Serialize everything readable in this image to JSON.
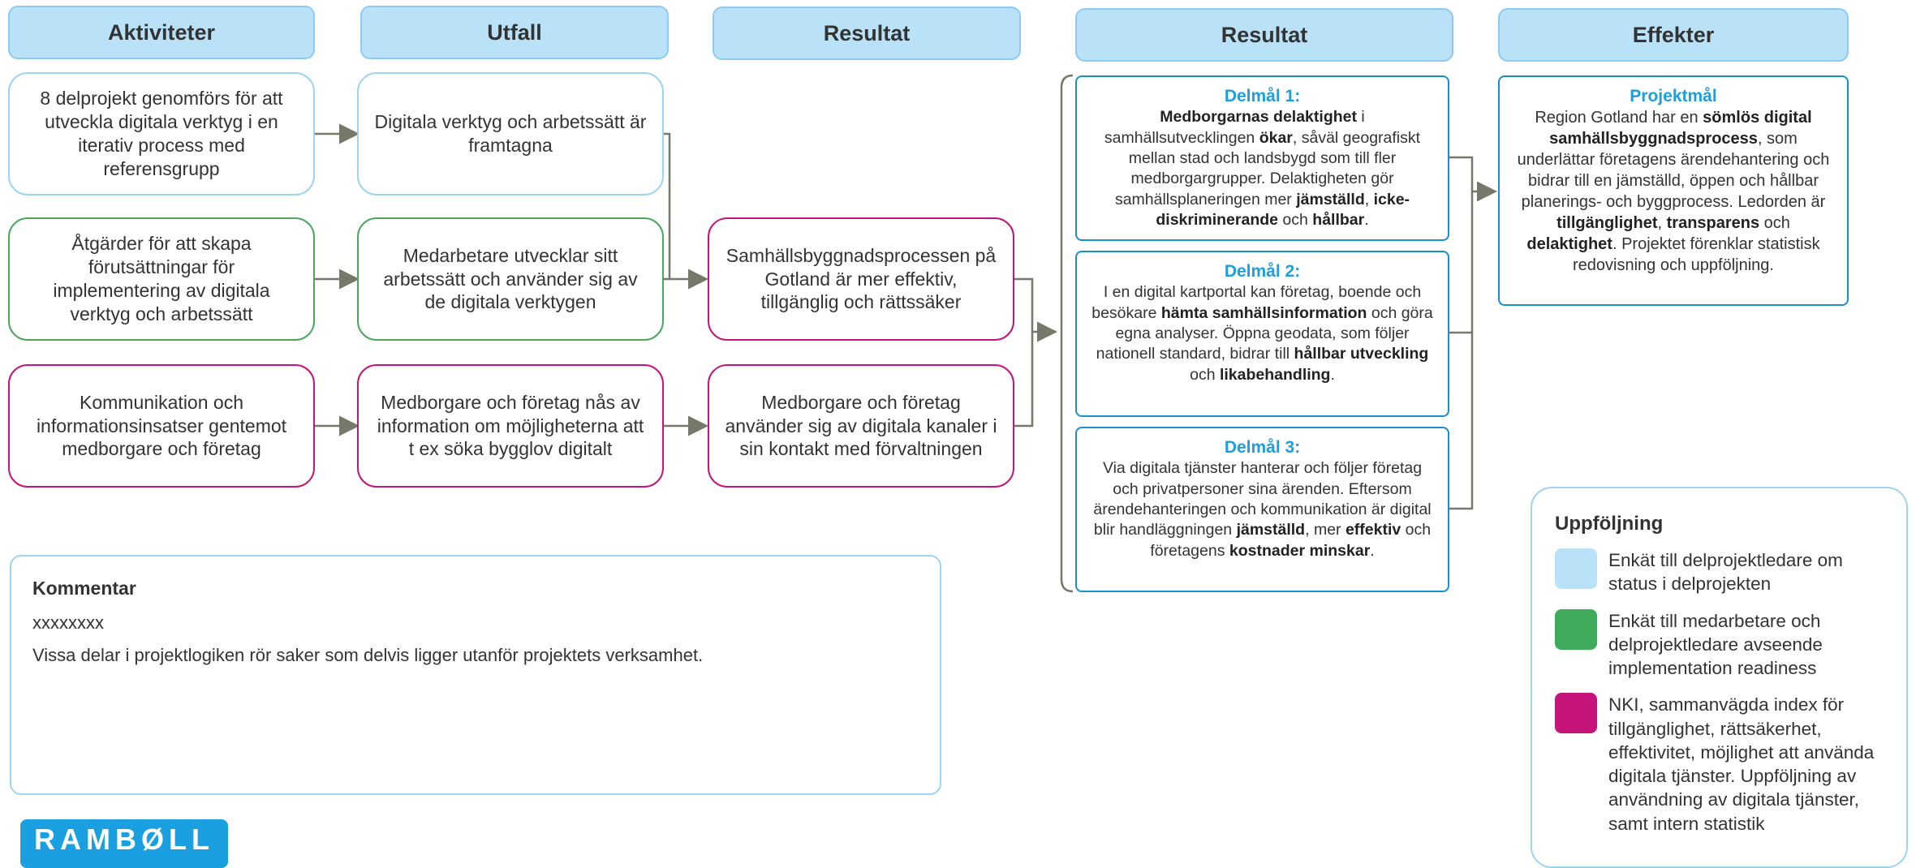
{
  "headers": {
    "aktiviteter": "Aktiviteter",
    "utfall": "Utfall",
    "resultat1": "Resultat",
    "resultat2": "Resultat",
    "effekter": "Effekter"
  },
  "aktiviteter": [
    "8 delprojekt genomförs för att utveckla digitala verktyg i en iterativ process med referensgrupp",
    "Åtgärder för att skapa förutsättningar för implementering av digitala verktyg och arbetssätt",
    "Kommunikation och informationsinsatser gentemot medborgare och företag"
  ],
  "utfall": [
    "Digitala verktyg och arbetssätt är framtagna",
    "Medarbetare utvecklar sitt arbetssätt och använder sig av de digitala verktygen",
    "Medborgare och företag nås av information om möjligheterna att t ex söka bygglov digitalt"
  ],
  "resultat": [
    "Samhällsbyggnadsprocessen på Gotland är mer effektiv, tillgänglig och rättssäker",
    "Medborgare och företag använder sig av digitala kanaler i sin kontakt med förvaltningen"
  ],
  "delmal": [
    {
      "title": "Delmål 1:",
      "parts": [
        {
          "t": "Medborgarnas delaktighet",
          "b": true
        },
        {
          "t": " i samhällsutvecklingen ",
          "b": false
        },
        {
          "t": "ökar",
          "b": true
        },
        {
          "t": ", såväl geografiskt mellan stad och landsbygd som till fler medborgargrupper. Delaktigheten gör samhällsplaneringen mer ",
          "b": false
        },
        {
          "t": "jämställd",
          "b": true
        },
        {
          "t": ", ",
          "b": false
        },
        {
          "t": "icke-diskriminerande",
          "b": true
        },
        {
          "t": " och ",
          "b": false
        },
        {
          "t": "hållbar",
          "b": true
        },
        {
          "t": ".",
          "b": false
        }
      ]
    },
    {
      "title": "Delmål 2:",
      "parts": [
        {
          "t": "I en digital kartportal kan företag, boende och besökare ",
          "b": false
        },
        {
          "t": "hämta samhällsinformation",
          "b": true
        },
        {
          "t": " och göra egna analyser. Öppna geodata, som följer nationell standard, bidrar till ",
          "b": false
        },
        {
          "t": "hållbar utveckling",
          "b": true
        },
        {
          "t": " och ",
          "b": false
        },
        {
          "t": "likabehandling",
          "b": true
        },
        {
          "t": ".",
          "b": false
        }
      ]
    },
    {
      "title": "Delmål 3:",
      "parts": [
        {
          "t": "Via digitala tjänster hanterar och följer företag och privatpersoner sina ärenden. Eftersom ärendehanteringen och kommunikation är digital blir handläggningen ",
          "b": false
        },
        {
          "t": "jämställd",
          "b": true
        },
        {
          "t": ", mer ",
          "b": false
        },
        {
          "t": "effektiv",
          "b": true
        },
        {
          "t": " och företagens ",
          "b": false
        },
        {
          "t": "kostnader minskar",
          "b": true
        },
        {
          "t": ".",
          "b": false
        }
      ]
    }
  ],
  "projektmal": {
    "title": "Projektmål",
    "parts": [
      {
        "t": "Region Gotland har en ",
        "b": false
      },
      {
        "t": "sömlös digital samhällsbyggnadsprocess",
        "b": true
      },
      {
        "t": ", som underlättar företagens ärendehantering och bidrar till en jämställd, öppen och hållbar planerings- och byggprocess. Ledorden är ",
        "b": false
      },
      {
        "t": "tillgänglighet",
        "b": true
      },
      {
        "t": ", ",
        "b": false
      },
      {
        "t": "transparens",
        "b": true
      },
      {
        "t": " och ",
        "b": false
      },
      {
        "t": "delaktighet",
        "b": true
      },
      {
        "t": ". Projektet förenklar statistisk redovisning och uppföljning.",
        "b": false
      }
    ]
  },
  "kommentar": {
    "title": "Kommentar",
    "line1": "xxxxxxxx",
    "line2": "Vissa delar i projektlogiken rör saker som delvis ligger utanför projektets verksamhet."
  },
  "uppfoljning": {
    "title": "Uppföljning",
    "items": [
      {
        "color": "#b9e2f8",
        "text": "Enkät till delprojektledare om status i delprojekten"
      },
      {
        "color": "#3fab5a",
        "text": "Enkät till medarbetare och delprojektledare avseende implementation readiness"
      },
      {
        "color": "#c5147a",
        "text": "NKI, sammanvägda index för tillgänglighet, rättsäkerhet, effektivitet, möjlighet att använda digitala tjänster. Uppföljning av användning av digitala tjänster, samt intern statistik"
      }
    ]
  },
  "logo": "RAMBØLL",
  "colors": {
    "accent": "#1aa0e0",
    "arrow": "#77776a",
    "header_fill": "#b9e2f8"
  }
}
